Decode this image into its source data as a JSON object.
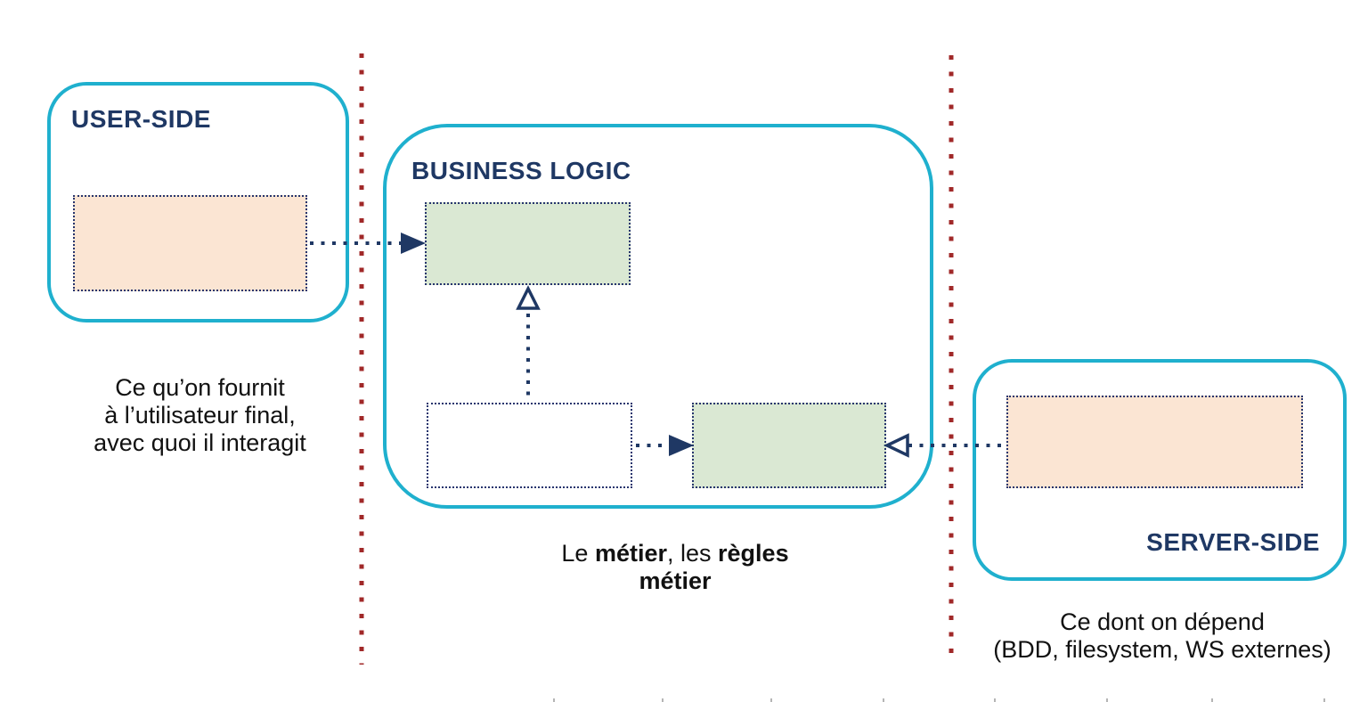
{
  "colors": {
    "cyan_border": "#1FB0CE",
    "navy": "#1F3864",
    "red_dotted": "#A02828",
    "orange_fill": "#FBE5D3",
    "green_fill": "#DAE8D3",
    "text_black": "#111111"
  },
  "zones": {
    "user_side": {
      "title": "USER-SIDE",
      "caption_lines": [
        "Ce qu’on fournit",
        "à l’utilisateur final,",
        "avec quoi il interagit"
      ]
    },
    "business_logic": {
      "title": "BUSINESS LOGIC",
      "caption_line1": [
        {
          "text": "Le ",
          "bold": false
        },
        {
          "text": "métier",
          "bold": true
        },
        {
          "text": ", les ",
          "bold": false
        },
        {
          "text": "règles",
          "bold": true
        }
      ],
      "caption_line2": [
        {
          "text": "métier",
          "bold": true
        }
      ]
    },
    "server_side": {
      "title": "SERVER-SIDE",
      "caption_lines": [
        "Ce dont on dépend",
        "(BDD, filesystem, WS externes)"
      ]
    }
  }
}
